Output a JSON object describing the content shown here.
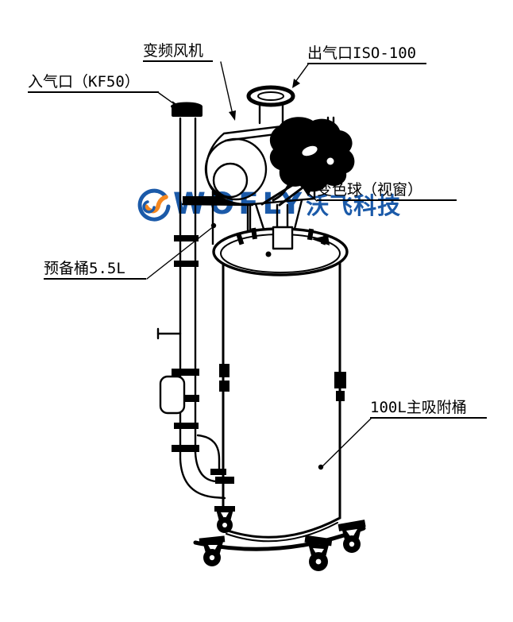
{
  "labels": {
    "fan": {
      "text": "变频风机"
    },
    "outlet": {
      "text": "出气口ISO-100"
    },
    "inlet": {
      "text": "入气口（KF50）"
    },
    "sight": {
      "text": "变色球（视窗）"
    },
    "spare": {
      "text": "预备桶5.5L"
    },
    "main": {
      "text": "100L主吸附桶"
    }
  },
  "watermark": {
    "brand": "WOFLY",
    "brand_cn": "沃飞科技",
    "blue": "#1b5aa9",
    "orange": "#f5871f"
  },
  "colors": {
    "line": "#000000",
    "background": "#ffffff"
  }
}
